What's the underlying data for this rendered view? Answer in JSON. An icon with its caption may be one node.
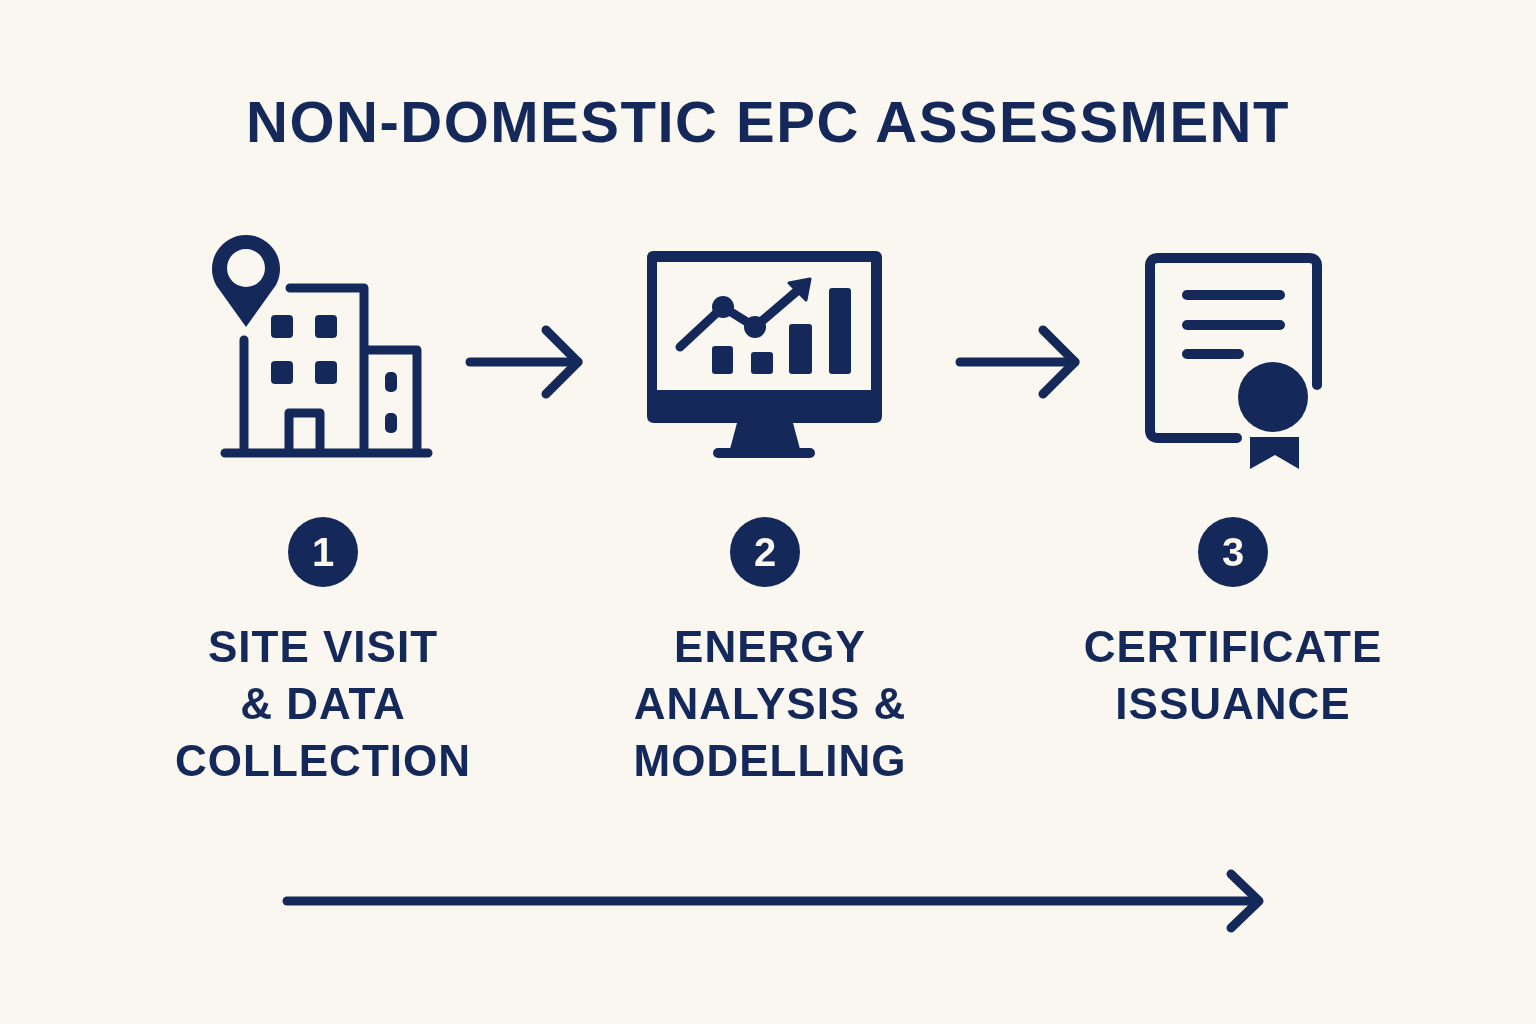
{
  "diagram": {
    "title": "NON-DOMESTIC EPC ASSESSMENT",
    "nodes": [
      {
        "text": [],
        "shape": "picture"
      },
      {
        "text": [],
        "shape": "picture"
      },
      {
        "text": [],
        "shape": "picture"
      },
      {
        "text": [
          "1"
        ],
        "beside": [
          "SITE VISIT & DATA COLLECTION"
        ]
      },
      {
        "text": [
          "2"
        ],
        "beside": [
          "ENERGY ANALYSIS & MODELLING"
        ]
      },
      {
        "text": [
          "3"
        ],
        "beside": [
          "CERTIFICATE ISSUANCE"
        ]
      }
    ],
    "edges": [
      {
        "from": 0,
        "to": 1,
        "arrow": "to"
      },
      {
        "from": 1,
        "to": 2,
        "arrow": "to"
      }
    ]
  }
}
